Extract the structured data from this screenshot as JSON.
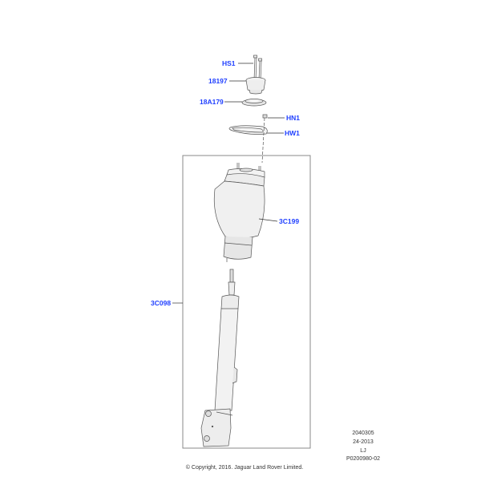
{
  "diagram": {
    "callouts": [
      {
        "id": "HS1",
        "label": "HS1"
      },
      {
        "id": "18197",
        "label": "18197"
      },
      {
        "id": "18A179",
        "label": "18A179"
      },
      {
        "id": "HN1",
        "label": "HN1"
      },
      {
        "id": "HW1",
        "label": "HW1"
      },
      {
        "id": "3C199",
        "label": "3C199"
      },
      {
        "id": "3C098",
        "label": "3C098"
      }
    ],
    "label_color": "#1f3fff"
  },
  "reference": {
    "code": "2040305",
    "date": "24-2013",
    "initials": "LJ",
    "drawing_number": "P0200980-02"
  },
  "copyright": "© Copyright, 2016. Jaguar Land Rover Limited."
}
